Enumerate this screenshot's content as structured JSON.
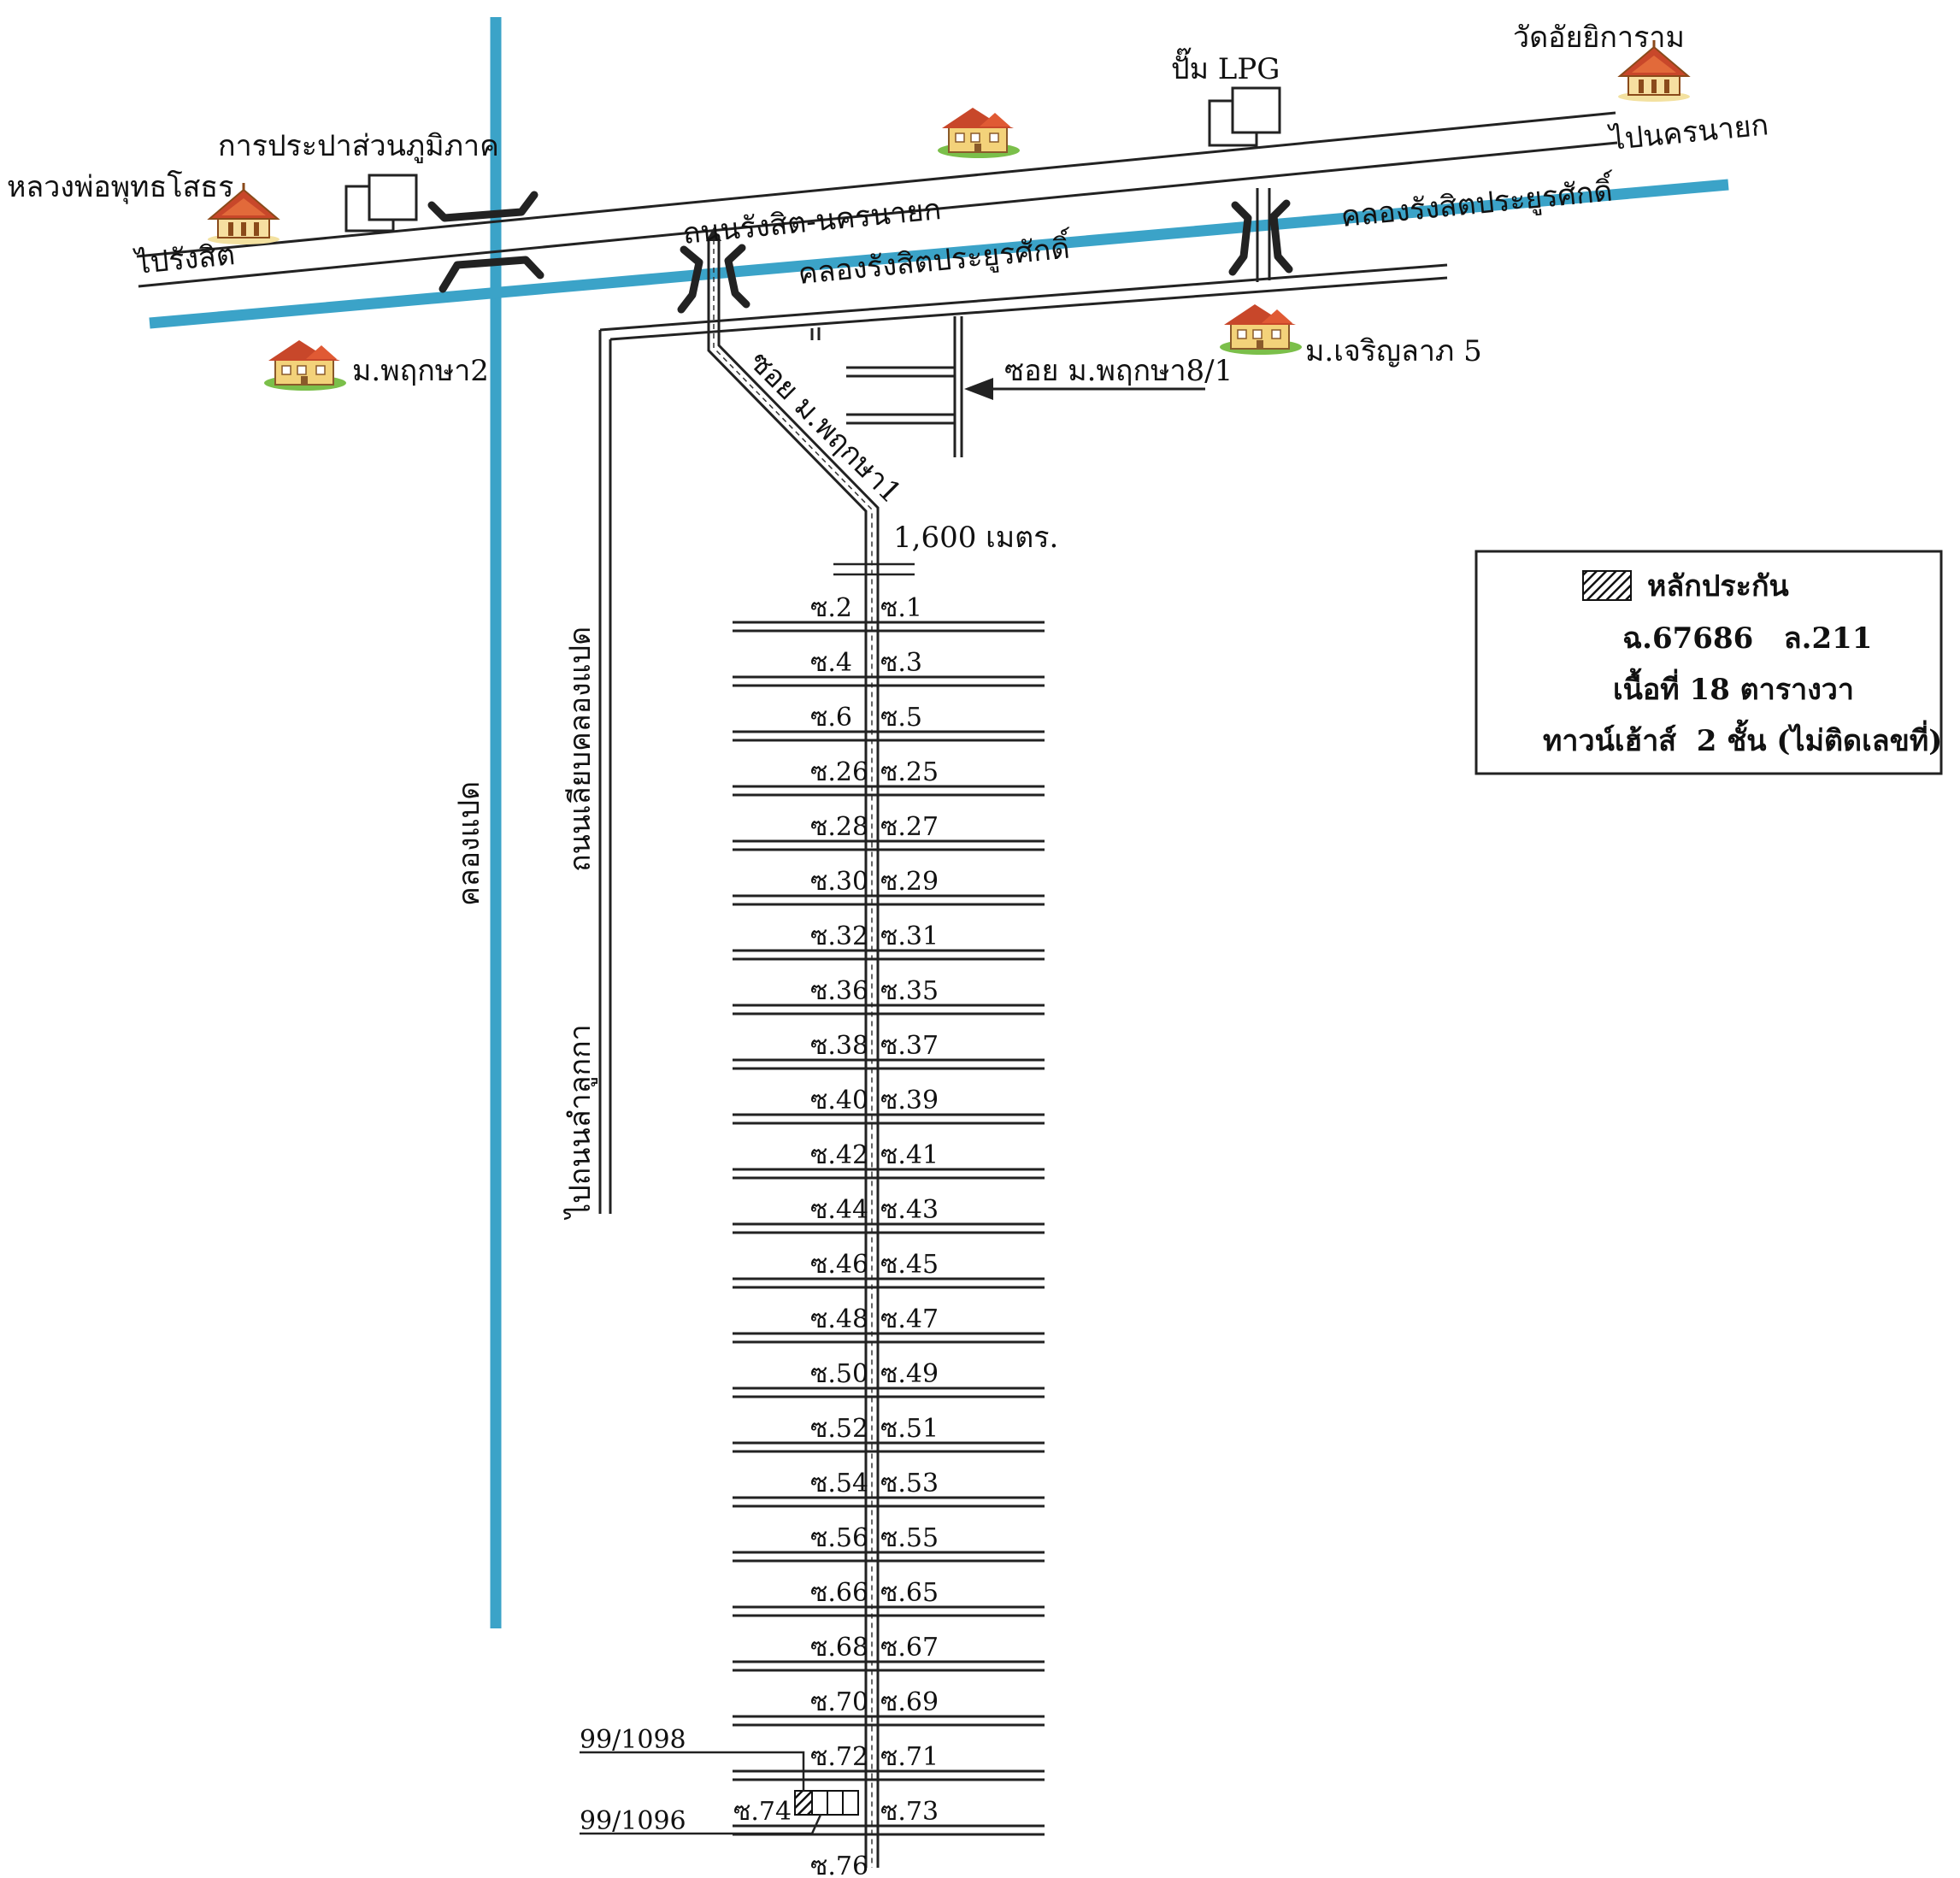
{
  "colors": {
    "canal": "#3ba3c8",
    "road": "#222222",
    "house_roof": "#c8472a",
    "house_wall": "#f3d27a",
    "grass": "#7bbf4a"
  },
  "landmarks": {
    "temple_left": "หลวงพ่อพุทธโสธร",
    "water_authority": "การประปาส่วนภูมิภาค",
    "lpg_pump": "ปั๊ม LPG",
    "temple_right": "วัดอัยยิการาม",
    "village_prueksa2": "ม.พฤกษา2",
    "village_charoen": "ม.เจริญลาภ 5"
  },
  "roads": {
    "to_rangsit": "ไปรังสิต",
    "to_nakhon_nayok": "ไปนครนายก",
    "main_road": "ถนนรังสิต-นครนายก",
    "canal_rangsit_1": "คลองรังสิตประยูรศักดิ์",
    "canal_rangsit_2": "คลองรังสิตประยูรศักดิ์",
    "khlong_paet": "คลองแปด",
    "bypass_road": "ถนนเลียบคลองแปด",
    "to_lam_luk_ka": "ไปถนนลำลูกกา",
    "soi_prueksa1": "ซอย ม.พฤกษา1",
    "soi_prueksa8": "ซอย ม.พฤกษา8/1",
    "distance": "1,600 เมตร."
  },
  "sois": {
    "left": [
      "ซ.2",
      "ซ.4",
      "ซ.6",
      "ซ.26",
      "ซ.28",
      "ซ.30",
      "ซ.32",
      "ซ.36",
      "ซ.38",
      "ซ.40",
      "ซ.42",
      "ซ.44",
      "ซ.46",
      "ซ.48",
      "ซ.50",
      "ซ.52",
      "ซ.54",
      "ซ.56",
      "ซ.66",
      "ซ.68",
      "ซ.70",
      "ซ.72",
      "ซ.74",
      "ซ.76"
    ],
    "right": [
      "ซ.1",
      "ซ.3",
      "ซ.5",
      "ซ.25",
      "ซ.27",
      "ซ.29",
      "ซ.31",
      "ซ.35",
      "ซ.37",
      "ซ.39",
      "ซ.41",
      "ซ.43",
      "ซ.45",
      "ซ.47",
      "ซ.49",
      "ซ.51",
      "ซ.53",
      "ซ.55",
      "ซ.65",
      "ซ.67",
      "ซ.69",
      "ซ.71",
      "ซ.73"
    ]
  },
  "plots": {
    "plot_a": "99/1098",
    "plot_b": "99/1096"
  },
  "legend": {
    "title": "หลักประกัน",
    "deed": "ฉ.67686   ล.211",
    "area": "เนื้อที่ 18 ตารางวา",
    "type": "ทาวน์เฮ้าส์  2 ชั้น (ไม่ติดเลขที่)"
  }
}
